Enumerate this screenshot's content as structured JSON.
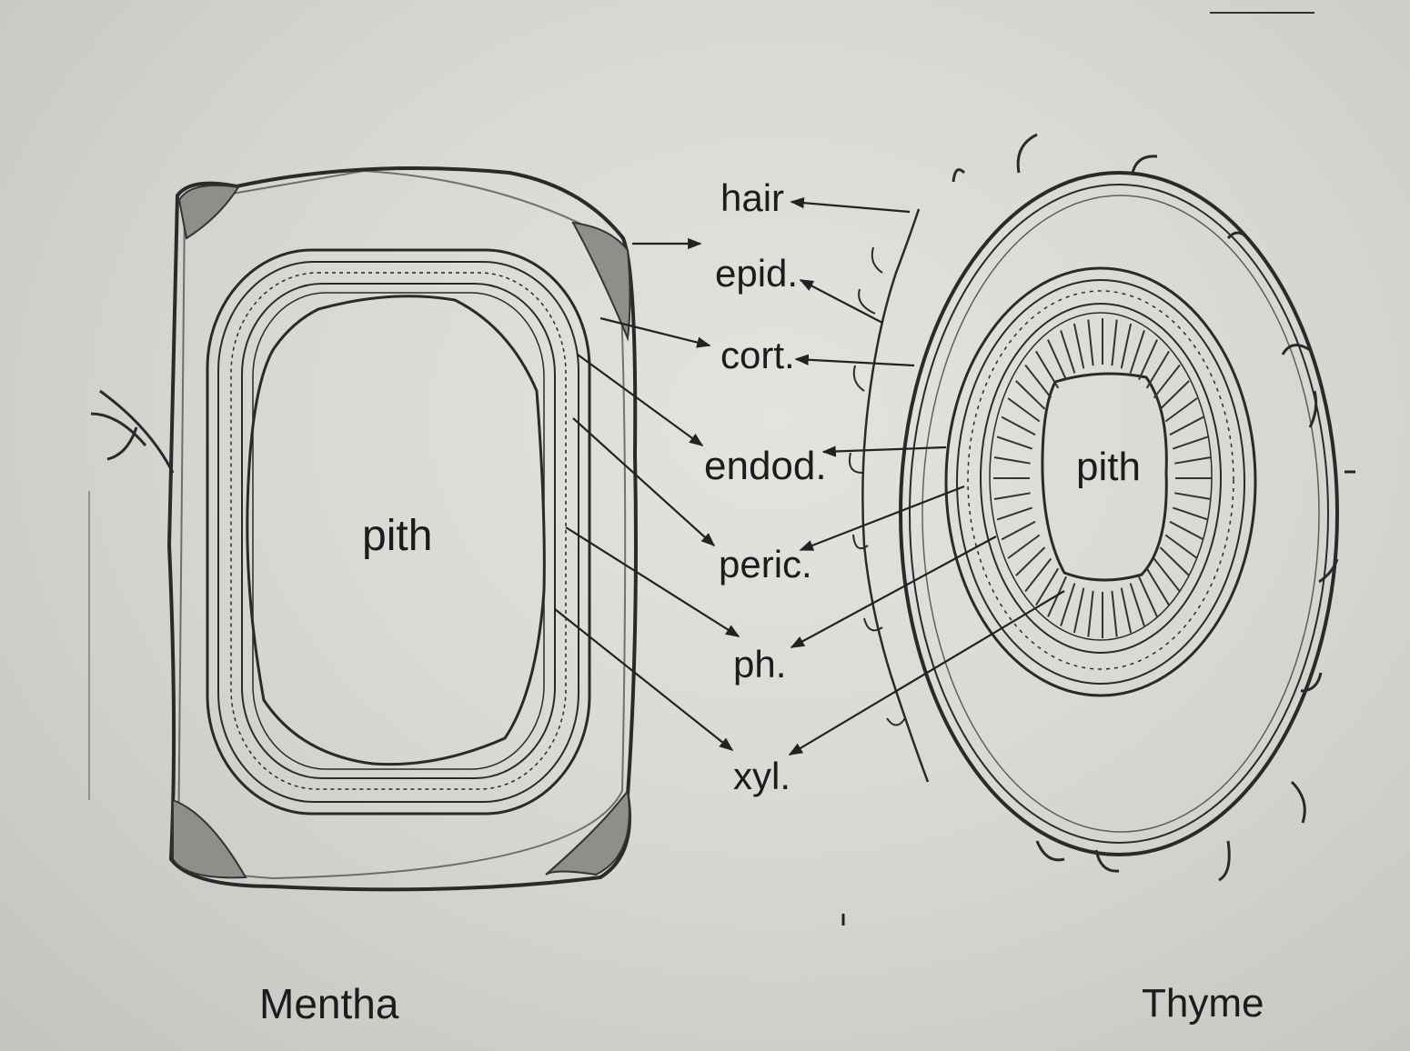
{
  "labels": {
    "hair": "hair",
    "epid": "epid.",
    "cort": "cort.",
    "endod": "endod.",
    "peric": "peric.",
    "ph": "ph.",
    "xyl": "xyl."
  },
  "pith_left": "pith",
  "pith_right": "pith",
  "caption_left": "Mentha",
  "caption_right": "Thyme"
}
